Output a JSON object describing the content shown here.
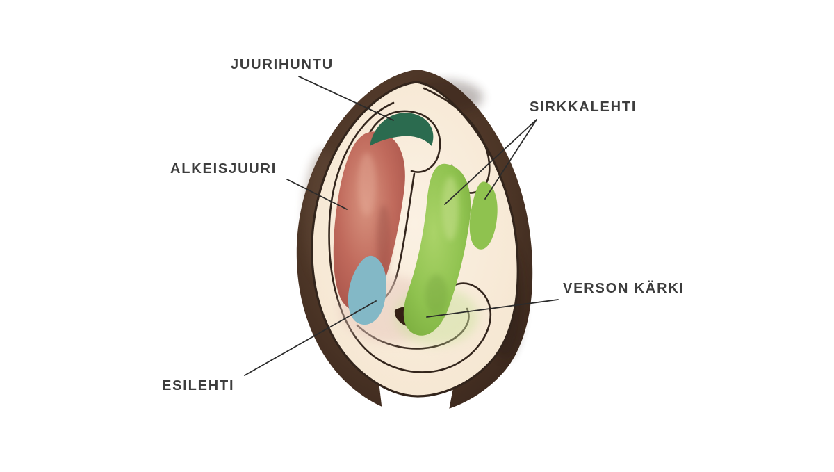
{
  "diagram": {
    "title": "Seed cross-section diagram (Finnish labels)"
  },
  "labels": {
    "juurihuntu": "JUURIHUNTU",
    "alkeisjuuri": "ALKEISJUURI",
    "sirkkalehti": "SIRKKALEHTI",
    "verson_karki": "VERSON KÄRKI",
    "esilehti": "ESILEHTI"
  },
  "colors": {
    "seed_coat": "#4c3526",
    "seed_coat_dark": "#35231a",
    "seed_coat_light": "#64493a",
    "endosperm": "#f9ecdb",
    "outline": "#33251c",
    "root_cap": "#2b6b4f",
    "radicle": "#bd6357",
    "radicle_light": "#dd9c8c",
    "cotyledon": "#8fc24f",
    "cotyledon_light": "#c3e08e",
    "prophyll": "#83b8c6",
    "shoot_tip": "#342015",
    "pale_pink": "#e8cbbf",
    "pale_green": "#cde2a0",
    "label_text": "#3d3d3d",
    "pointer_line": "#2b2b2b"
  }
}
